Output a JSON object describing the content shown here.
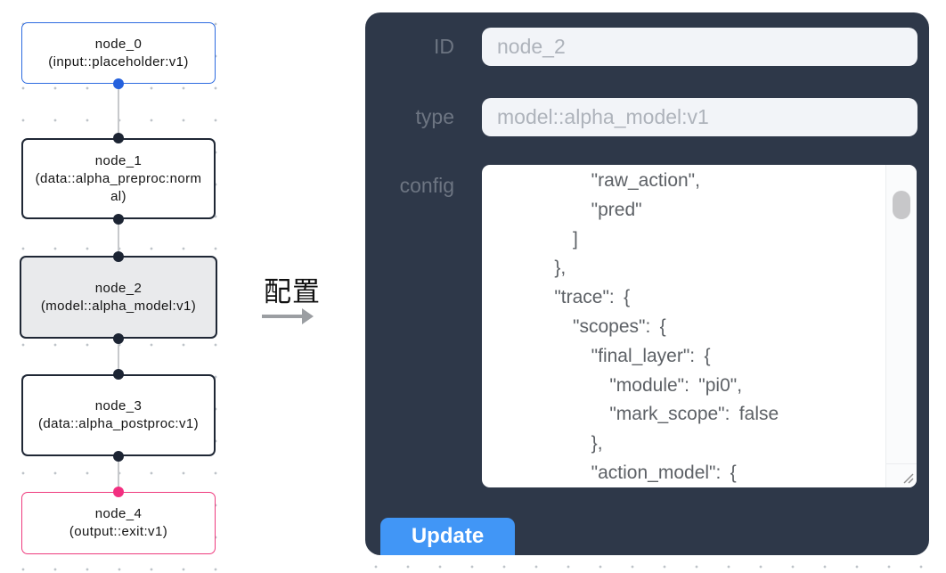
{
  "graph": {
    "nodes": [
      {
        "title": "node_0",
        "subtitle": "(input::placeholder:v1)"
      },
      {
        "title": "node_1",
        "subtitle": "(data::alpha_preproc:normal)"
      },
      {
        "title": "node_2",
        "subtitle": "(model::alpha_model:v1)"
      },
      {
        "title": "node_3",
        "subtitle": "(data::alpha_postproc:v1)"
      },
      {
        "title": "node_4",
        "subtitle": "(output::exit:v1)"
      }
    ]
  },
  "annotation": {
    "label": "配置"
  },
  "panel": {
    "id_label": "ID",
    "id_value": "node_2",
    "type_label": "type",
    "type_value": "model::alpha_model:v1",
    "config_label": "config",
    "config_lines": [
      "        \"raw_action\",",
      "        \"pred\"",
      "      ]",
      "    },",
      "    \"trace\": {",
      "      \"scopes\": {",
      "        \"final_layer\": {",
      "          \"module\": \"pi0\",",
      "          \"mark_scope\": false",
      "        },",
      "        \"action_model\": {"
    ],
    "update_label": "Update"
  },
  "colors": {
    "panel_bg": "#2e3849",
    "accent_blue": "#4196f6",
    "input_node_border": "#2d6be0",
    "output_node_border": "#ee3b7e",
    "default_node_border": "#1f2735",
    "selected_node_bg": "#e9eaec",
    "input_field_bg": "#f2f4f8",
    "port_blue": "#2561dd",
    "port_pink": "#f22f80",
    "port_dark": "#1c2433"
  }
}
